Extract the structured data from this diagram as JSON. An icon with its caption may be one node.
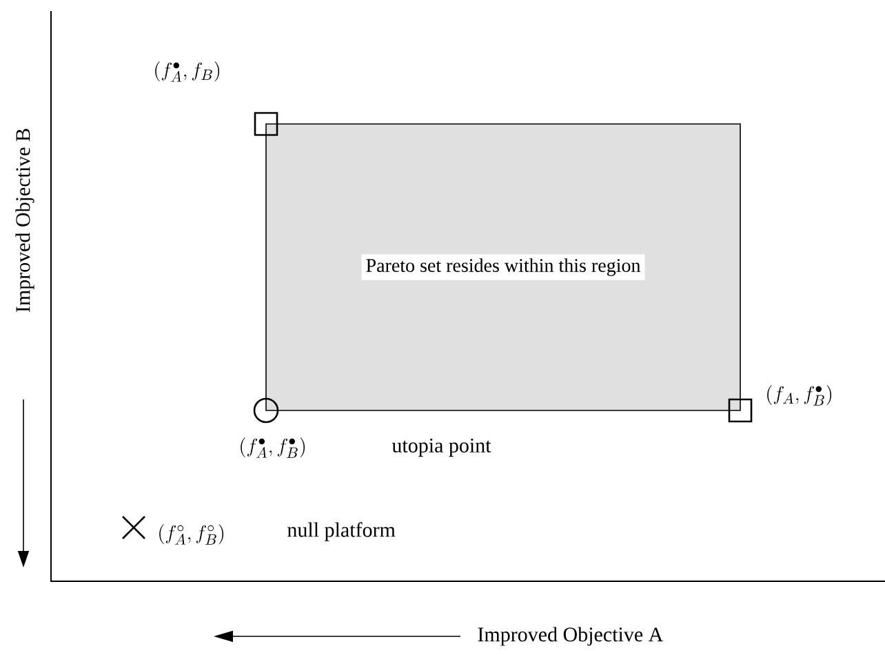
{
  "diagram": {
    "nodes": [
      {
        "text": [
          "Pareto set resides within this region"
        ]
      }
    ],
    "labels": [
      "(f_A^{\\bullet},f_B)",
      "(f_A,f_B^{\\bullet})",
      "(f_A^{\\bullet},f_B^{\\bullet})",
      "utopia point",
      "(f_A^{\\circ},f_B^{\\circ})",
      "null platform",
      "Improved Objective B",
      "Improved Objective A"
    ]
  }
}
